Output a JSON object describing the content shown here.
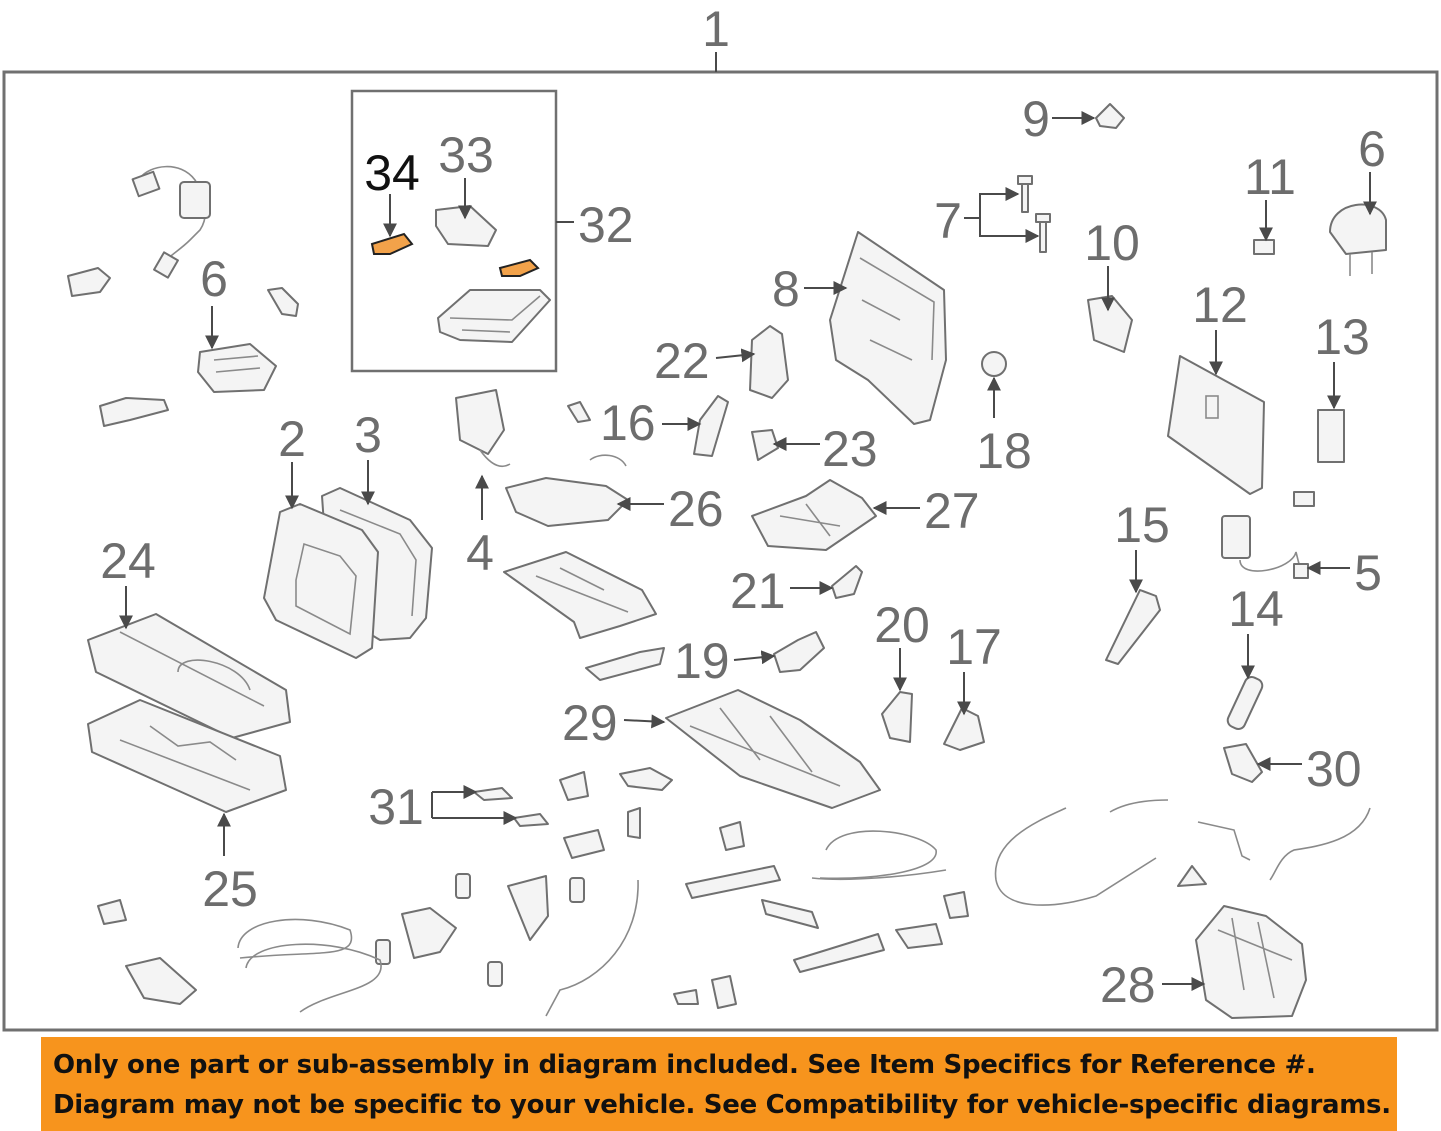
{
  "callouts": {
    "c1": "1",
    "c2": "2",
    "c3": "3",
    "c4": "4",
    "c5": "5",
    "c6a": "6",
    "c6b": "6",
    "c7": "7",
    "c8": "8",
    "c9": "9",
    "c10": "10",
    "c11": "11",
    "c12": "12",
    "c13": "13",
    "c14": "14",
    "c15": "15",
    "c16": "16",
    "c17": "17",
    "c18": "18",
    "c19": "19",
    "c20": "20",
    "c21": "21",
    "c22": "22",
    "c23": "23",
    "c24": "24",
    "c25": "25",
    "c26": "26",
    "c27": "27",
    "c28": "28",
    "c29": "29",
    "c30": "30",
    "c31": "31",
    "c32": "32",
    "c33": "33",
    "c34": "34"
  },
  "highlighted_part": "34",
  "colors": {
    "highlight_fill": "#f2a24a",
    "banner_bg": "#f7941d",
    "callout_text": "#6d6d6d"
  },
  "banner": {
    "line1": "Only one part or sub-assembly in diagram included. See Item Specifics for Reference #.",
    "line2": "Diagram may not be specific to your vehicle. See Compatibility for vehicle-specific diagrams."
  }
}
